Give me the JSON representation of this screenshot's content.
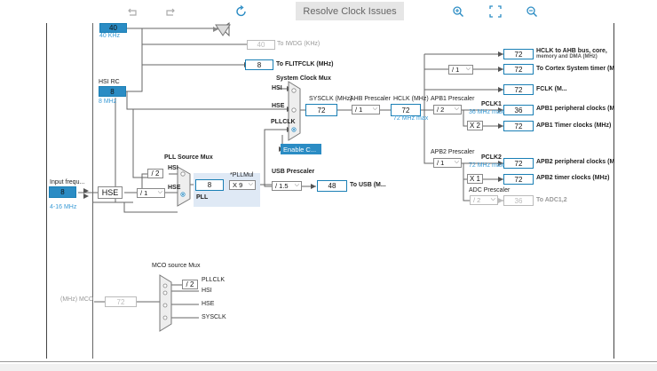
{
  "toolbar": {
    "resolve_label": "Resolve Clock Issues"
  },
  "lse": {
    "value": "40",
    "freq": "40 KHz"
  },
  "iwdg": {
    "value": "40",
    "label": "To IWDG (KHz)"
  },
  "flitf": {
    "value": "8",
    "label": "To FLITFCLK (MHz)"
  },
  "hsi": {
    "title": "HSI RC",
    "value": "8",
    "freq": "8 MHz"
  },
  "sysmux": {
    "title": "System Clock Mux",
    "hsi": "HSI",
    "hse": "HSE",
    "pllclk": "PLLCLK",
    "enable": "Enable C..."
  },
  "sysclk": {
    "label": "SYSCLK (MHz)",
    "value": "72"
  },
  "ahb": {
    "label": "AHB Prescaler",
    "value": "/ 1"
  },
  "hclk": {
    "label": "HCLK (MHz)",
    "value": "72",
    "max": "72 MHz max"
  },
  "apb1": {
    "label": "APB1 Prescaler",
    "value": "/ 2",
    "pclk": "PCLK1",
    "max": "36 MHz max",
    "timer_mult": "X 2"
  },
  "apb2": {
    "label": "APB2 Prescaler",
    "value": "/ 1",
    "pclk": "PCLK2",
    "max": "72 MHz max",
    "timer_mult": "X 1"
  },
  "adc": {
    "label": "ADC Prescaler",
    "value": "/ 2",
    "out": "36",
    "out_label": "To ADC1,2"
  },
  "outputs": [
    {
      "value": "72",
      "label": "HCLK to AHB bus, core,"
    },
    {
      "value": "72",
      "label": "To Cortex System timer (M"
    },
    {
      "value": "72",
      "label": "FCLK (M..."
    },
    {
      "value": "36",
      "label": "APB1 peripheral clocks (M"
    },
    {
      "value": "72",
      "label": "APB1 Timer clocks (MHz)"
    },
    {
      "value": "72",
      "label": "APB2 peripheral clocks (M"
    },
    {
      "value": "72",
      "label": "APB2 timer clocks (MHz)"
    }
  ],
  "hclk_extra_line": "memory and DMA (MHz)",
  "cortex_div": "/ 1",
  "input": {
    "label": "Input frequ...",
    "value": "8",
    "range": "4-16 MHz",
    "hse": "HSE"
  },
  "pllsrc": {
    "title": "PLL Source Mux",
    "div": "/ 2",
    "hsi": "HSI",
    "hse": "HSE",
    "prediv": "/ 1"
  },
  "pll": {
    "value": "8",
    "label": "PLL",
    "mul_label": "*PLLMul",
    "mul": "X 9"
  },
  "usb": {
    "title": "USB Prescaler",
    "value": "/ 1.5",
    "out": "48",
    "out_label": "To USB (M..."
  },
  "mco": {
    "title": "MCO source Mux",
    "div": "/ 2",
    "pllclk": "PLLCLK",
    "hsi": "HSI",
    "hse": "HSE",
    "sysclk": "SYSCLK",
    "label": "(MHz) MCO",
    "value": "72"
  },
  "colors": {
    "accent": "#2b8cc4",
    "border": "#1a7fb5"
  }
}
